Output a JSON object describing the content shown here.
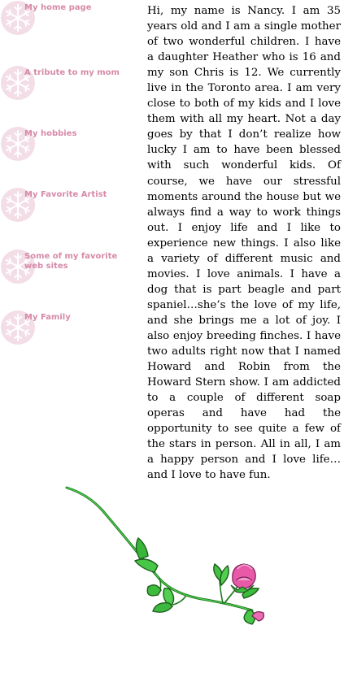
{
  "sidebar": {
    "items": [
      {
        "label": "My home page"
      },
      {
        "label": "A tribute to my mom"
      },
      {
        "label": "My hobbies"
      },
      {
        "label": "My Favorite Artist"
      },
      {
        "label": "Some of my favorite web sites"
      },
      {
        "label": "My Family"
      }
    ]
  },
  "main": {
    "bio": "Hi, my name is Nancy. I am 35 years old and I am a single mother of two wonderful chil­dren. I have a daughter Heather who is 16 and my son Chris is 12. We currently live in the Toronto area. I am very close to both of my kids and I love them with all my heart. Not a day goes by that I don’t realize how lucky I am to have been blessed with such won­derful kids. Of course, we have our stressful moments around the house but we always find a way to work things out. I enjoy life and I like to experience new things. I also like a variety of dif­ferent music and movies. I love animals. I have a dog that is part beagle and part spaniel…she’s the love of my life, and she brings me a lot of joy. I also enjoy breeding finches. I have two adults right now that I named Howard and Robin from the Howard Stern show. I am addicted to a couple of different soap operas and have had the opportunity to see quite a few of the stars in person. All in all, I am a happy person and I love life…and I love to have fun."
  },
  "colors": {
    "nav_text": "#d68aa8",
    "snowflake_bg": "#f3dde6",
    "body_text": "#000000",
    "rose_petal": "#e85aa8",
    "leaf": "#33b833"
  },
  "icons": {
    "nav_icon": "snowflake-icon",
    "illustration": "rose-illustration"
  }
}
